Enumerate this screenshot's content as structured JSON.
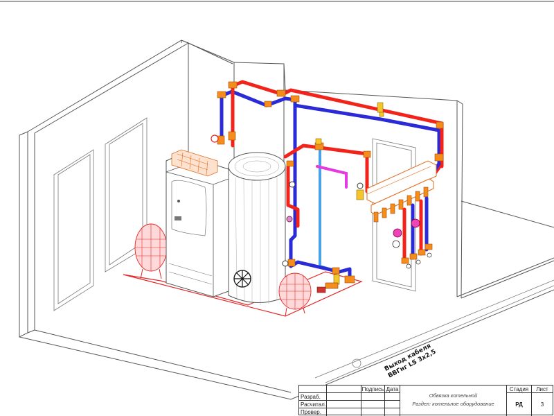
{
  "drawing": {
    "cable_label": {
      "line1": "Выход кабеля",
      "line2": "ВВГнг LS 3x2,5"
    }
  },
  "title_block": {
    "header": {
      "signature": "Подпись",
      "date": "Дата",
      "stage": "Стадия",
      "sheet": "Лист"
    },
    "roles": [
      "Разраб.",
      "Расчитал.",
      "Провер."
    ],
    "description_line1": "Обвязка котельной",
    "description_line2": "Раздел: котельное оборудование",
    "stage_value": "РД",
    "sheet_value": "3"
  },
  "colors": {
    "supply_pipe": "#f2231b",
    "return_pipe": "#2a2ad6",
    "cold_water_pipe": "#4aa3e6",
    "recirculation_pipe": "#e43be0",
    "fittings": "#f58c1e",
    "valves": "#f4c62b"
  }
}
